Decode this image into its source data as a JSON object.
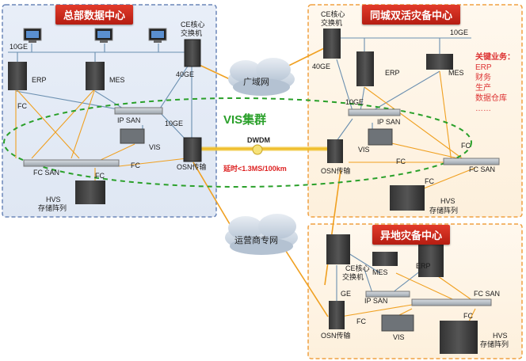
{
  "zones": {
    "hq": {
      "title": "总部数据中心"
    },
    "same_city": {
      "title": "同城双活灾备中心"
    },
    "remote": {
      "title": "异地灾备中心"
    }
  },
  "clouds": {
    "wan": "广域网",
    "carrier": "运营商专网"
  },
  "cluster": {
    "label": "VIS集群",
    "link": "DWDM",
    "delay": "延时<1.3MS/100km"
  },
  "hq_labels": {
    "tengig": "10GE",
    "ce_core": "CE核心",
    "ce_switch": "交换机",
    "fortygig": "40GE",
    "erp": "ERP",
    "mes": "MES",
    "fc_left": "FC",
    "ip_san": "IP SAN",
    "tengig2": "10GE",
    "vis": "VIS",
    "fc_san": "FC SAN",
    "fc_mid": "FC",
    "fc_low": "FC",
    "osn": "OSN传输",
    "hvs": "HVS",
    "hvs_sub": "存储阵列"
  },
  "city_labels": {
    "ce_core": "CE核心",
    "ce_switch": "交换机",
    "tengig": "10GE",
    "fortygig": "40GE",
    "erp": "ERP",
    "mes": "MES",
    "tengig2": "10GE",
    "ip_san": "IP SAN",
    "vis": "VIS",
    "fc1": "FC",
    "fc2": "FC",
    "fc3": "FC",
    "fc_san": "FC SAN",
    "osn": "OSN传输",
    "hvs": "HVS",
    "hvs_sub": "存储阵列"
  },
  "business": {
    "title": "关键业务：",
    "items": [
      "ERP",
      "财务",
      "生产",
      "数据仓库",
      "……"
    ]
  },
  "remote_labels": {
    "ce_core": "CE核心",
    "ce_switch": "交换机",
    "mes": "MES",
    "erp": "ERP",
    "ge": "GE",
    "ip_san": "IP SAN",
    "fc1": "FC",
    "fc2": "FC",
    "fc_san": "FC SAN",
    "osn": "OSN传输",
    "vis": "VIS",
    "hvs": "HVS",
    "hvs_sub": "存储阵列"
  },
  "colors": {
    "fiber": "#f0a020",
    "network": "#6a8fb0",
    "zone_blue": "#6b86b8",
    "zone_orange": "#f0a040",
    "cluster_green": "#2aa02a",
    "title_red": "#cc2a1c"
  }
}
